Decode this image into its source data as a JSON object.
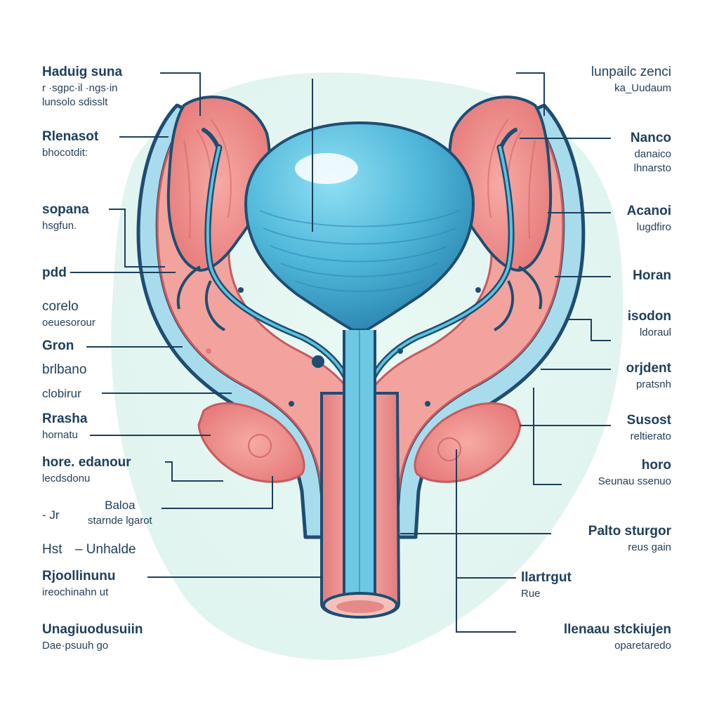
{
  "labels_left": [
    {
      "title": "Haduig suna",
      "sub": "r ·sgpc·il ·ngs·in",
      "sub2": "lunsolo sdisslt"
    },
    {
      "title": "Rlenasot",
      "sub": "bhocotdit:"
    },
    {
      "title": "sopana",
      "sub": "hsgfun."
    },
    {
      "title": "pdd"
    },
    {
      "title": "corelo",
      "sub": "oeuesorour"
    },
    {
      "title": "Gron"
    },
    {
      "title": "brlbano"
    },
    {
      "title": "clobirur"
    },
    {
      "title": "Rrasha",
      "sub": "hornatu"
    },
    {
      "title": "hore. edanour",
      "sub": "lecdsdonu"
    },
    {
      "title": "Hst",
      "extra": "– Unhalde"
    },
    {
      "title": "Rjoollinunu",
      "sub": "ireochinahn ut"
    },
    {
      "title": "Unagiuodusuiin",
      "sub": "Dae·psuuh go"
    }
  ],
  "label_center": {
    "prefix": "- Jr",
    "title": "Baloa",
    "sub": "starnde lgarot"
  },
  "labels_right": [
    {
      "title": "lunpailc zenci",
      "sub": "ka_Uudaum"
    },
    {
      "title": "Nanco",
      "sub": "danaico",
      "sub2": "lhnarsto"
    },
    {
      "title": "Acanoi",
      "sub": "lugdfiro"
    },
    {
      "title": "Horan"
    },
    {
      "title": "isodon",
      "sub": "ldoraul"
    },
    {
      "title": "orjdent",
      "sub": "pratsnh"
    },
    {
      "title": "Susost",
      "sub": "reltierato"
    },
    {
      "title": "horo",
      "sub": "Seunau ssenuo"
    },
    {
      "title": "Palto sturgor",
      "sub": "reus gain"
    },
    {
      "title": "llartrgut",
      "sub": "Rue"
    },
    {
      "title": "llenaau stckiujen",
      "sub": "oparetaredo"
    }
  ],
  "colors": {
    "background_blob": "#e3f6f1",
    "tissue_pink": "#f19a96",
    "tissue_dark": "#c85a5e",
    "bladder_blue": "#5cc2df",
    "bladder_dark": "#2e8fb6",
    "outline_navy": "#1f4d72",
    "outer_sheath": "#9fd6ea",
    "leader_line": "#1d3f5c"
  },
  "icons": [
    "bladder-dome",
    "ureter-tube",
    "gland-left",
    "gland-right",
    "pelvic-sheath"
  ]
}
